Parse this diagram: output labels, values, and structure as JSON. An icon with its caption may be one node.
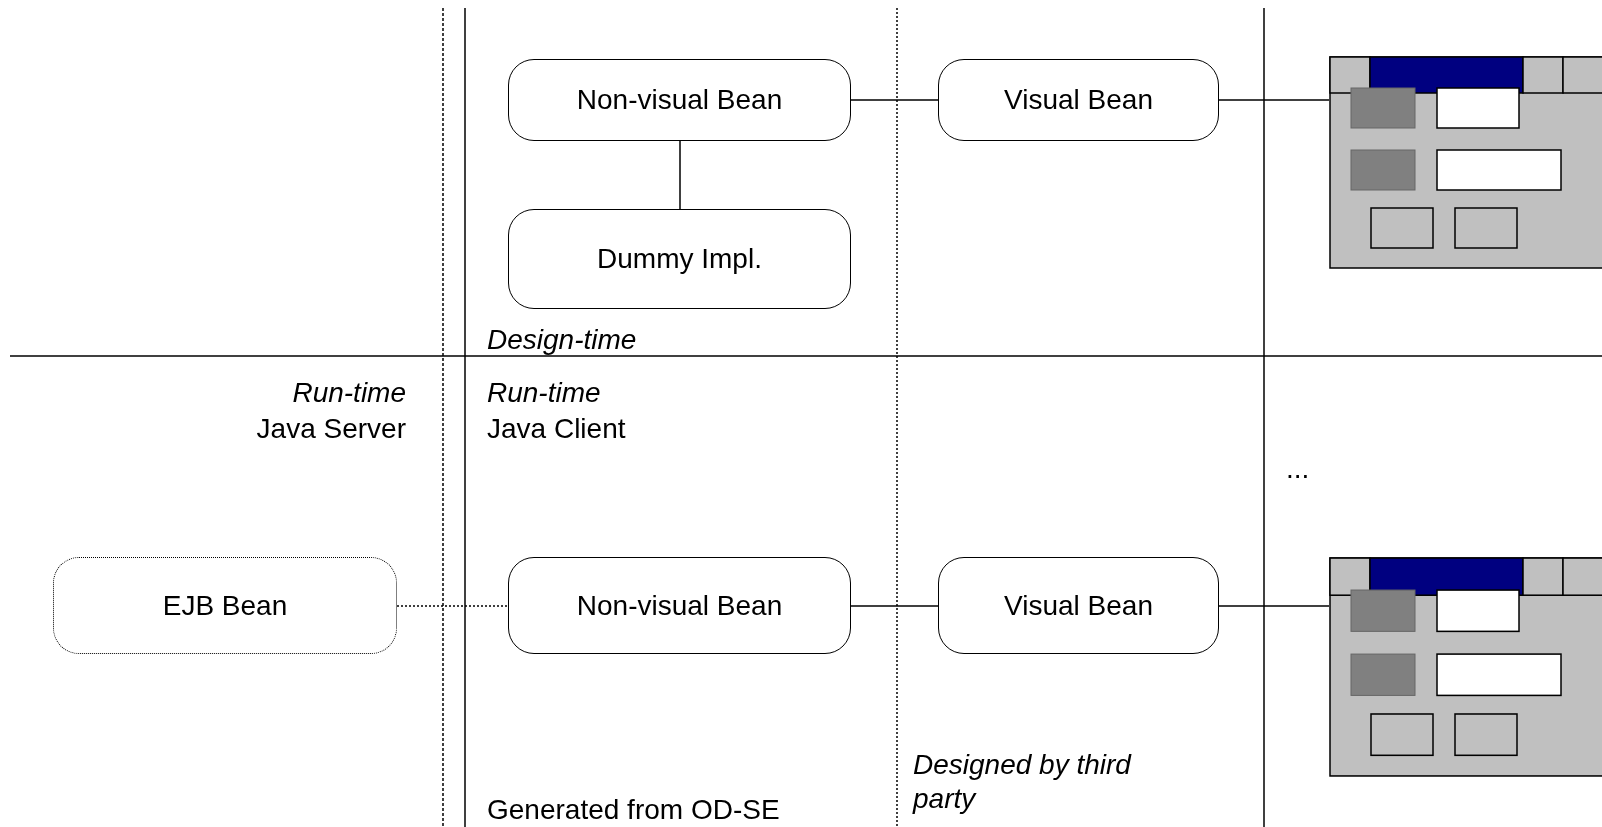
{
  "diagram": {
    "nodes": [
      {
        "text": [
          "Non-visual Bean"
        ]
      },
      {
        "text": [
          "Visual Bean"
        ]
      },
      {
        "text": [],
        "shape": "picture"
      },
      {
        "text": [
          "Dummy Impl."
        ]
      },
      {
        "text": [
          "EJB Bean"
        ]
      },
      {
        "text": [
          "Non-visual Bean"
        ]
      },
      {
        "text": [
          "Visual Bean"
        ]
      },
      {
        "text": [],
        "shape": "picture"
      }
    ],
    "edges": [
      {
        "from": 0,
        "to": 1,
        "arrow": "none"
      },
      {
        "from": 1,
        "to": 2,
        "arrow": "none"
      },
      {
        "from": 0,
        "to": 3,
        "arrow": "none"
      },
      {
        "from": 4,
        "to": 5,
        "arrow": "none",
        "style": "dashed"
      },
      {
        "from": 5,
        "to": 6,
        "arrow": "none"
      },
      {
        "from": 6,
        "to": 7,
        "arrow": "none"
      }
    ],
    "labels": [
      "Design-time",
      "Run-time",
      "Java Server",
      "Run-time",
      "Java Client",
      "...",
      "Generated from OD-SE",
      "Designed by third party"
    ]
  }
}
